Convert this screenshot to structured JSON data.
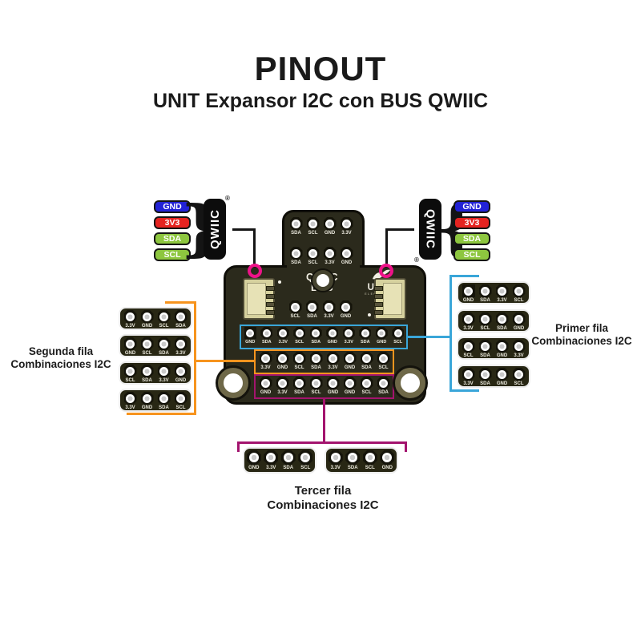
{
  "title": "PINOUT",
  "subtitle": "UNIT Expansor I2C con BUS QWIIC",
  "qwiic_bus_left": {
    "logo": "QWIIC",
    "registered": "®",
    "brace": "}",
    "pins": [
      "GND",
      "3V3",
      "SDA",
      "SCL"
    ]
  },
  "qwiic_bus_right": {
    "logo": "QWIIC",
    "registered": "®",
    "brace": "{",
    "pins": [
      "GND",
      "3V3",
      "SDA",
      "SCL"
    ]
  },
  "board": {
    "silkscreen": {
      "bus_label_line1": "QWIIC",
      "bus_label_line2": "BUS",
      "brand": "UNIT",
      "brand_sub": "ELECTRONICS"
    },
    "top_header_row1": [
      "SDA",
      "SCL",
      "GND",
      "3.3V"
    ],
    "top_header_row2": [
      "SDA",
      "SCL",
      "3.3V",
      "GND"
    ],
    "qwiic_row": [
      "SCL",
      "SDA",
      "3.3V",
      "GND"
    ],
    "row1_blue": [
      "GND",
      "SDA",
      "3.3V",
      "SCL",
      "SDA",
      "GND",
      "3.3V",
      "SDA",
      "GND",
      "SCL"
    ],
    "row2_orange": [
      "3.3V",
      "GND",
      "SCL",
      "SDA",
      "3.3V",
      "GND",
      "SDA",
      "SCL"
    ],
    "row3_magenta": [
      "GND",
      "3.3V",
      "SDA",
      "SCL",
      "GND",
      "GND",
      "SCL",
      "SDA"
    ]
  },
  "primer": {
    "label_line1": "Primer fila",
    "label_line2": "Combinaciones I2C",
    "strips": [
      [
        "GND",
        "SDA",
        "3.3V",
        "SCL"
      ],
      [
        "3.3V",
        "SCL",
        "SDA",
        "GND"
      ],
      [
        "SCL",
        "SDA",
        "GND",
        "3.3V"
      ],
      [
        "3.3V",
        "SDA",
        "GND",
        "SCL"
      ]
    ]
  },
  "segunda": {
    "label_line1": "Segunda fila",
    "label_line2": "Combinaciones I2C",
    "strips": [
      [
        "3.3V",
        "GND",
        "SCL",
        "SDA"
      ],
      [
        "GND",
        "SCL",
        "SDA",
        "3.3V"
      ],
      [
        "SCL",
        "SDA",
        "3.3V",
        "GND"
      ],
      [
        "3.3V",
        "GND",
        "SDA",
        "SCL"
      ]
    ]
  },
  "tercer": {
    "label_line1": "Tercer fila",
    "label_line2": "Combinaciones I2C",
    "strips": [
      [
        "GND",
        "3.3V",
        "SDA",
        "SCL"
      ],
      [
        "3.3V",
        "SDA",
        "SCL",
        "GND"
      ]
    ]
  },
  "colors": {
    "gnd_pill": "#2222d6",
    "v33_pill": "#e52320",
    "sda_pill": "#8dc63f",
    "scl_pill": "#8dc63f",
    "primer_accent": "#3aa6d9",
    "segunda_accent": "#f7941e",
    "tercer_accent": "#a3146e",
    "qwiic_highlight": "#ee1289"
  }
}
